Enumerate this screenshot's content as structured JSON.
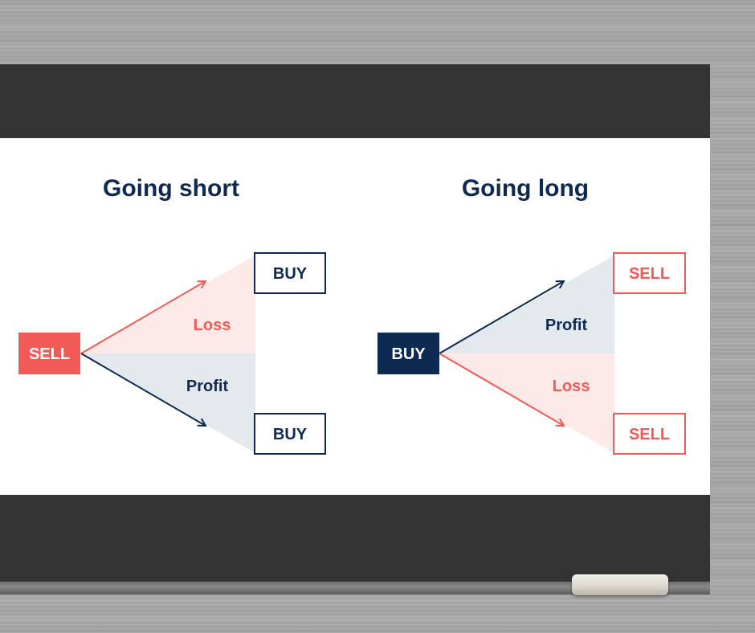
{
  "short": {
    "title": "Going short",
    "start": "SELL",
    "top_box": "BUY",
    "bottom_box": "BUY",
    "upper_label": "Loss",
    "lower_label": "Profit"
  },
  "long": {
    "title": "Going long",
    "start": "BUY",
    "top_box": "SELL",
    "bottom_box": "SELL",
    "upper_label": "Profit",
    "lower_label": "Loss"
  },
  "colors": {
    "navy": "#0f2a52",
    "red": "#f25a55",
    "loss_fill": "#fde9e8",
    "profit_fill": "#e4e9ee",
    "board": "#333333",
    "wood": "#a9a9a9"
  }
}
